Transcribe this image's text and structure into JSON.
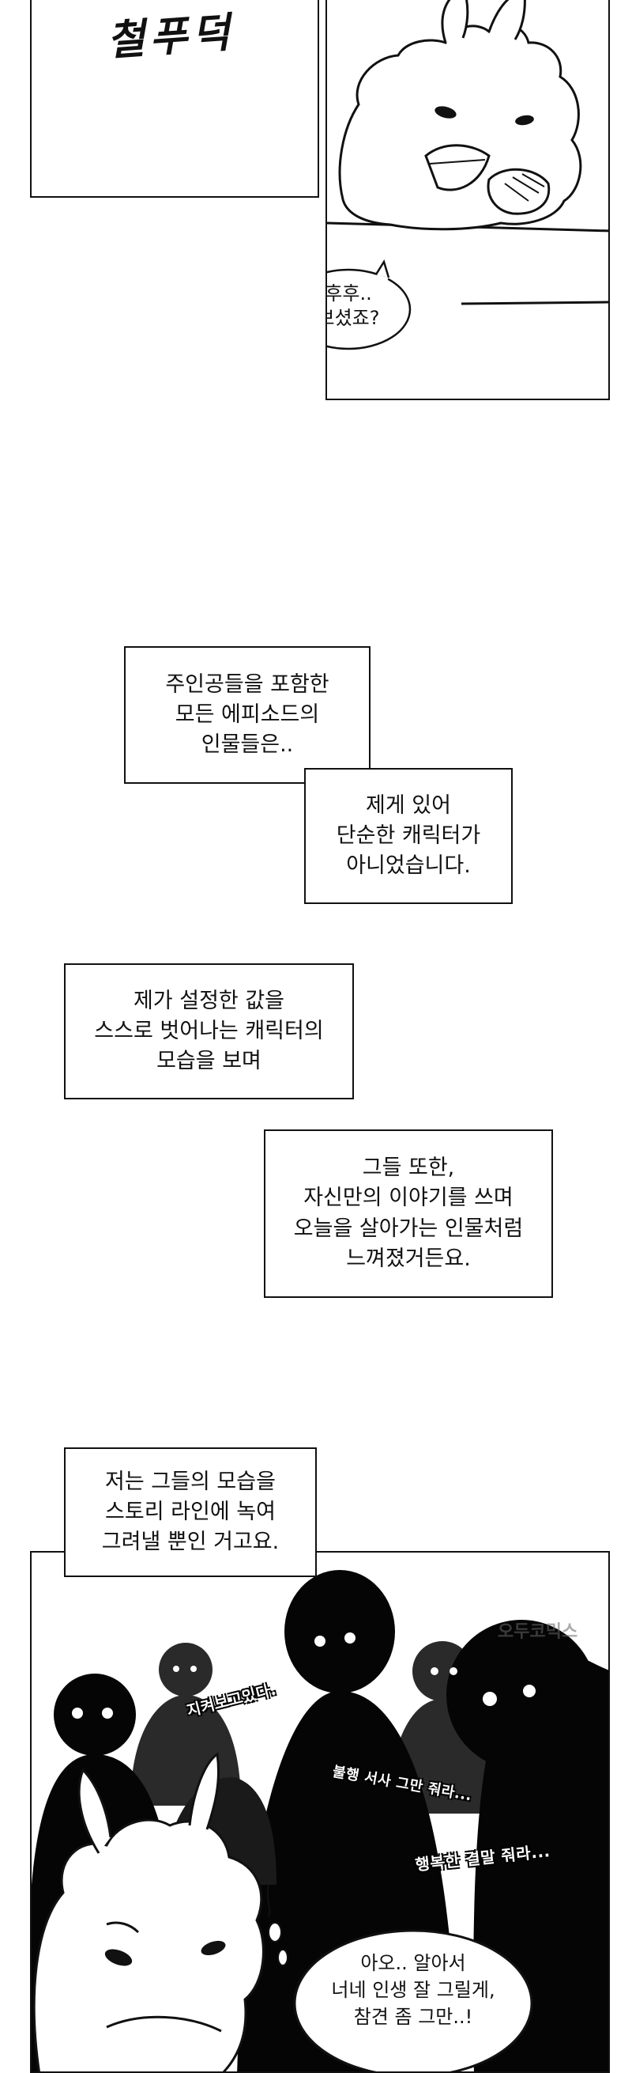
{
  "top_left_panel": {
    "handwriting": "철푸덕"
  },
  "top_right_panel": {
    "bubble_lines": [
      "후후..",
      "보셨죠?"
    ]
  },
  "caption_1": {
    "lines": [
      "주인공들을 포함한",
      "모든 에피소드의",
      "인물들은.."
    ]
  },
  "caption_2": {
    "lines": [
      "제게 있어",
      "단순한 캐릭터가",
      "아니었습니다."
    ]
  },
  "caption_3": {
    "lines": [
      "제가 설정한 값을",
      "스스로 벗어나는 캐릭터의",
      "모습을 보며"
    ]
  },
  "caption_4": {
    "lines": [
      "그들 또한,",
      "자신만의 이야기를 쓰며",
      "오늘을 살아가는 인물처럼",
      "느껴졌거든요."
    ]
  },
  "caption_5": {
    "lines": [
      "저는 그들의 모습을",
      "스토리 라인에 녹여",
      "그려낼 뿐인 거고요."
    ]
  },
  "bottom_panel": {
    "sfx": [
      "지켜보고있다.",
      "불행 서사 그만 줘라...",
      "행복한 결말 줘라..."
    ],
    "bubble_lines": [
      "아오.. 알아서",
      "너네 인생 잘 그릴게,",
      "참견 좀 그만..!"
    ],
    "watermark": "오두코믹스"
  },
  "colors": {
    "ink": "#111111",
    "paper": "#ffffff",
    "crowd_dark": "#050505",
    "crowd_mid": "#2a2a2a"
  }
}
